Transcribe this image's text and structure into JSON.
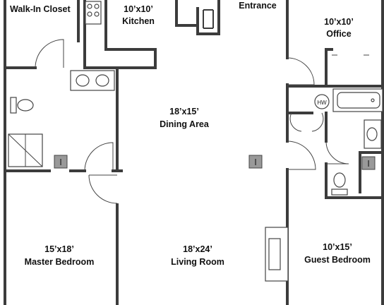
{
  "rooms": [
    {
      "id": "walk-in-closet",
      "name": "Walk-In Closet",
      "size": ""
    },
    {
      "id": "kitchen",
      "name": "Kitchen",
      "size": "10’x10’"
    },
    {
      "id": "entrance",
      "name": "Entrance",
      "size": ""
    },
    {
      "id": "office",
      "name": "Office",
      "size": "10’x10’"
    },
    {
      "id": "dining-area",
      "name": "Dining Area",
      "size": "18’x15’"
    },
    {
      "id": "master-bedroom",
      "name": "Master Bedroom",
      "size": "15’x18’"
    },
    {
      "id": "living-room",
      "name": "Living Room",
      "size": "18’x24’"
    },
    {
      "id": "guest-bedroom",
      "name": "Guest Bedroom",
      "size": "10’x15’"
    }
  ],
  "fixtures": {
    "water_heater_label": "HW"
  }
}
